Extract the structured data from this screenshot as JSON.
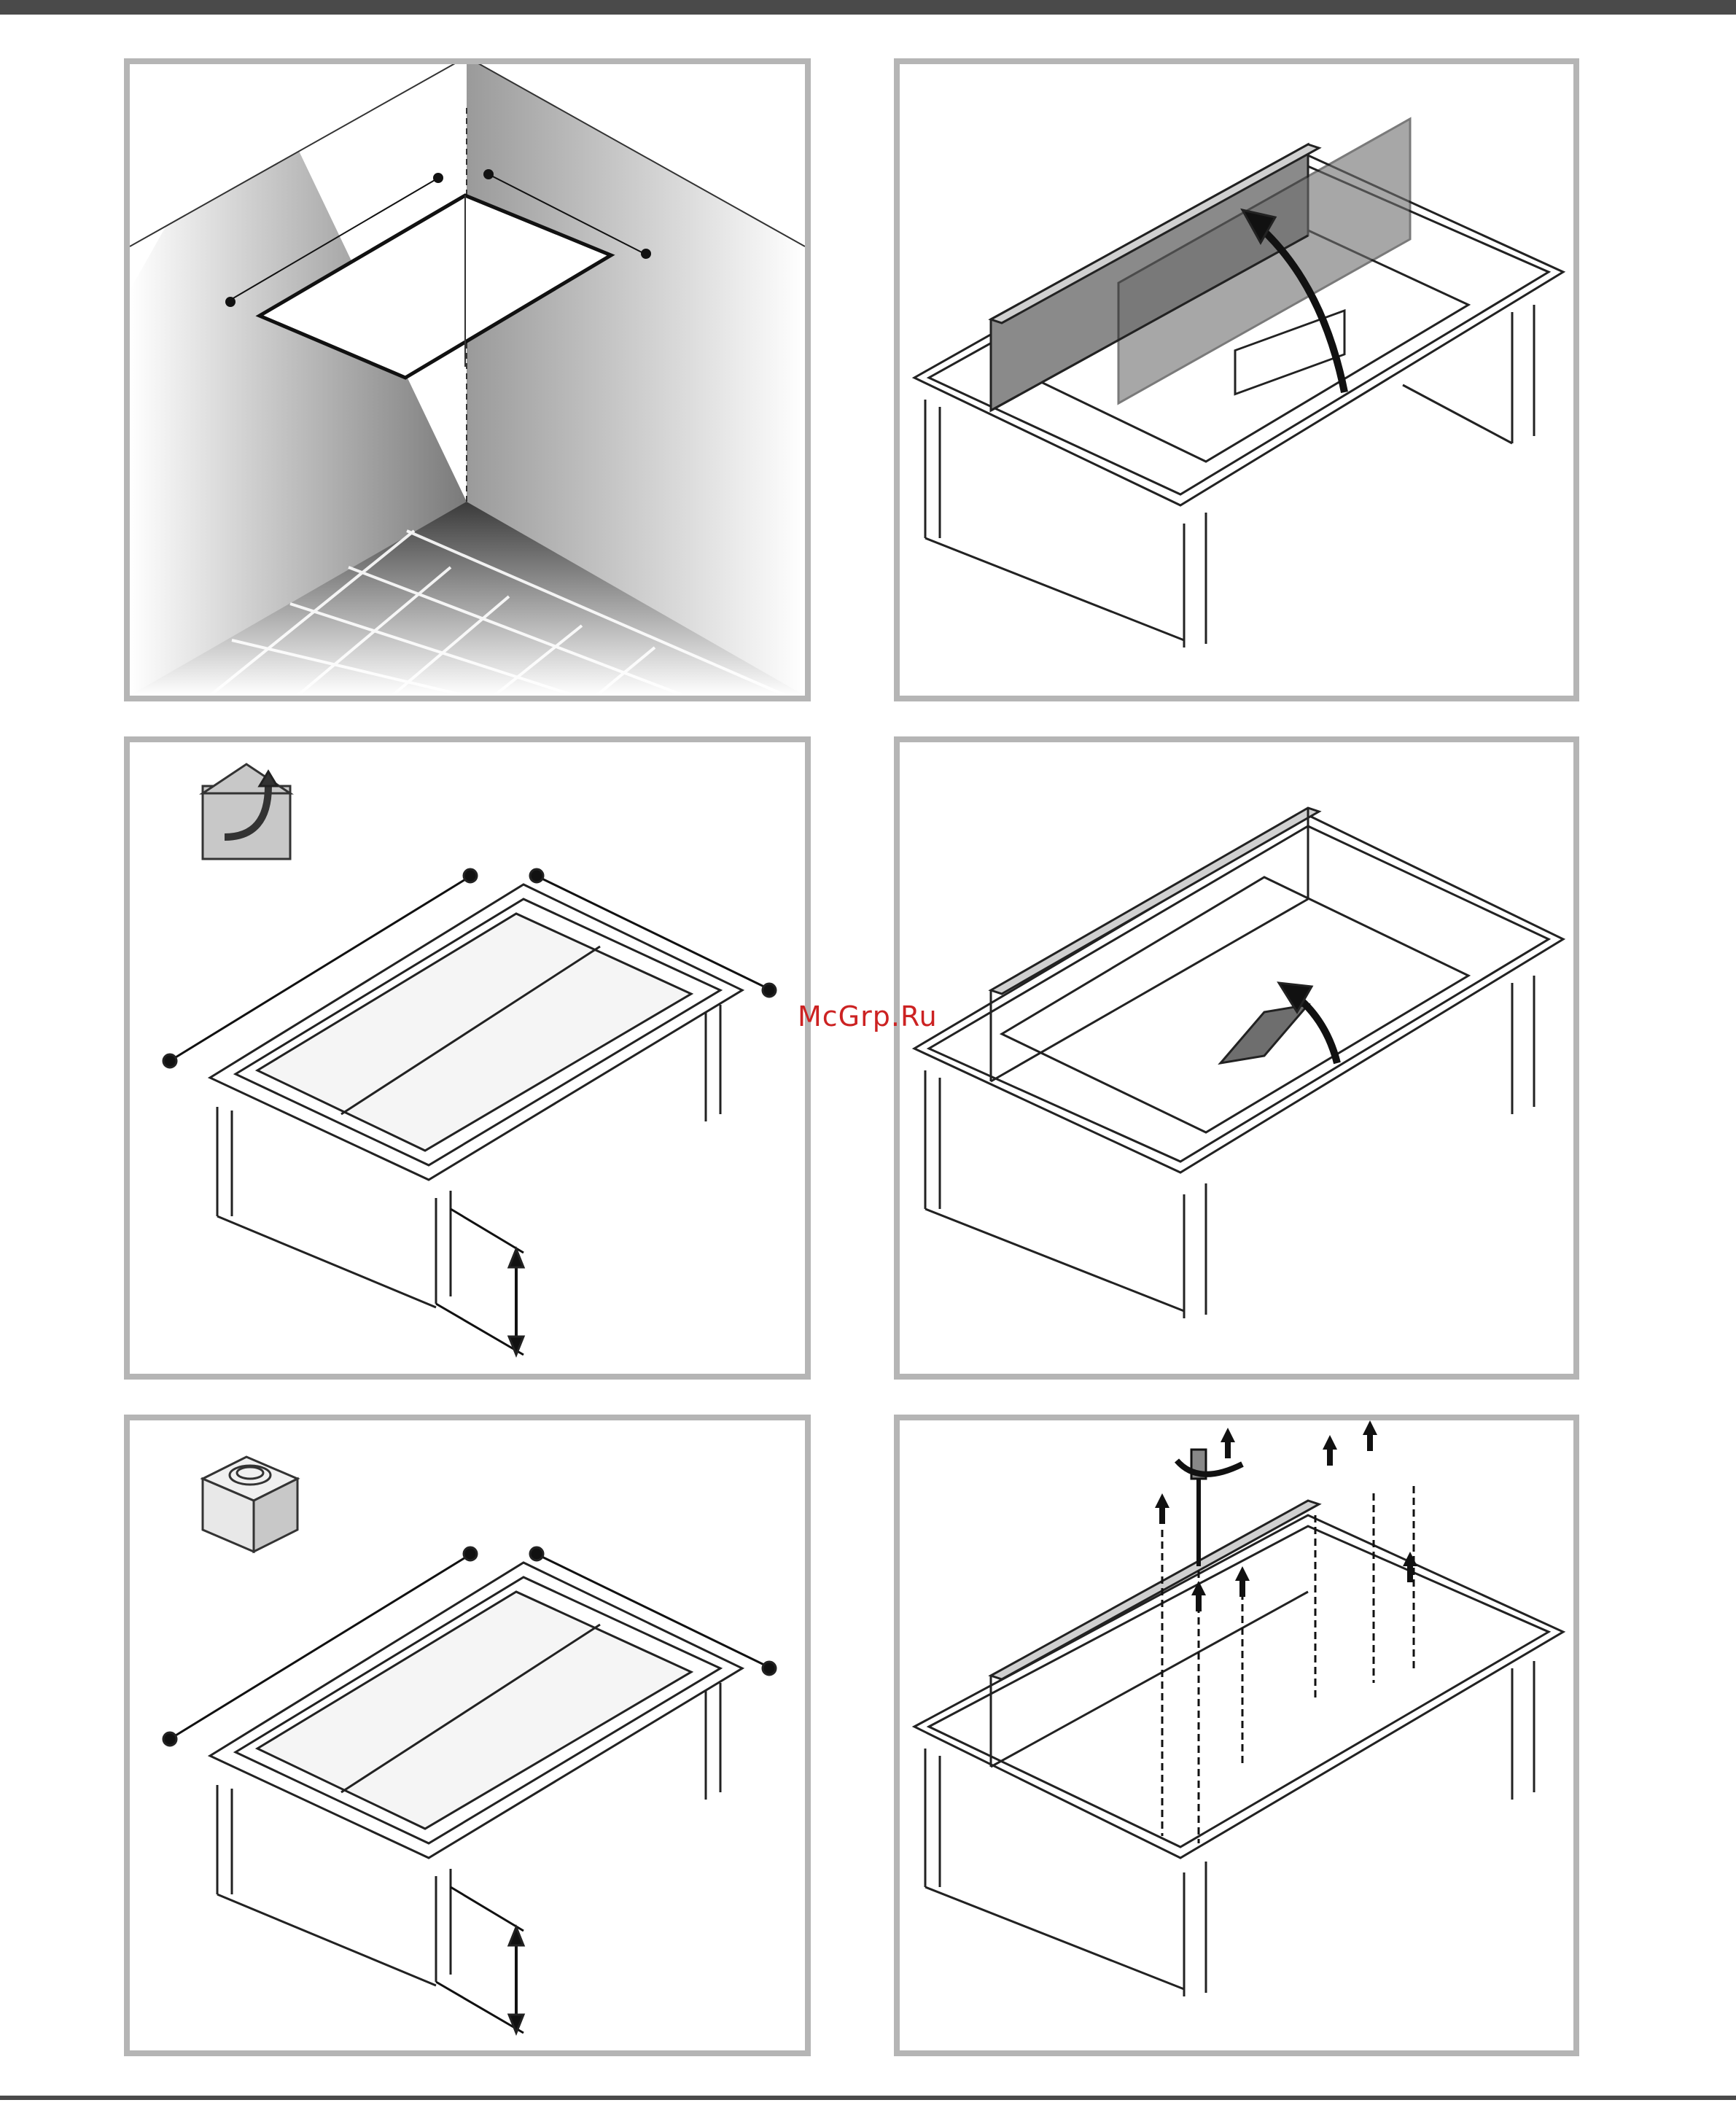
{
  "watermark": {
    "text": "McGrp.Ru",
    "color": "#cc2222"
  },
  "colors": {
    "frame": "#b5b5b5",
    "bar": "#4a4a4a",
    "line": "#222222",
    "panel_fill": "#8a8a8a"
  },
  "panels": [
    {
      "id": "ceiling-cutout",
      "icons": [
        "ceiling-opening-icon"
      ]
    },
    {
      "id": "open-lid",
      "icons": [
        "curved-arrow-icon"
      ]
    },
    {
      "id": "ducted-installation",
      "icons": [
        "ducted-exhaust-icon",
        "dimension-arrow-icon"
      ]
    },
    {
      "id": "remove-filter",
      "icons": [
        "curved-arrow-icon"
      ]
    },
    {
      "id": "recirculation-installation",
      "icons": [
        "recirculation-box-icon",
        "dimension-arrow-icon"
      ]
    },
    {
      "id": "remove-screws",
      "icons": [
        "screwdriver-icon",
        "up-arrow-icon"
      ]
    }
  ]
}
